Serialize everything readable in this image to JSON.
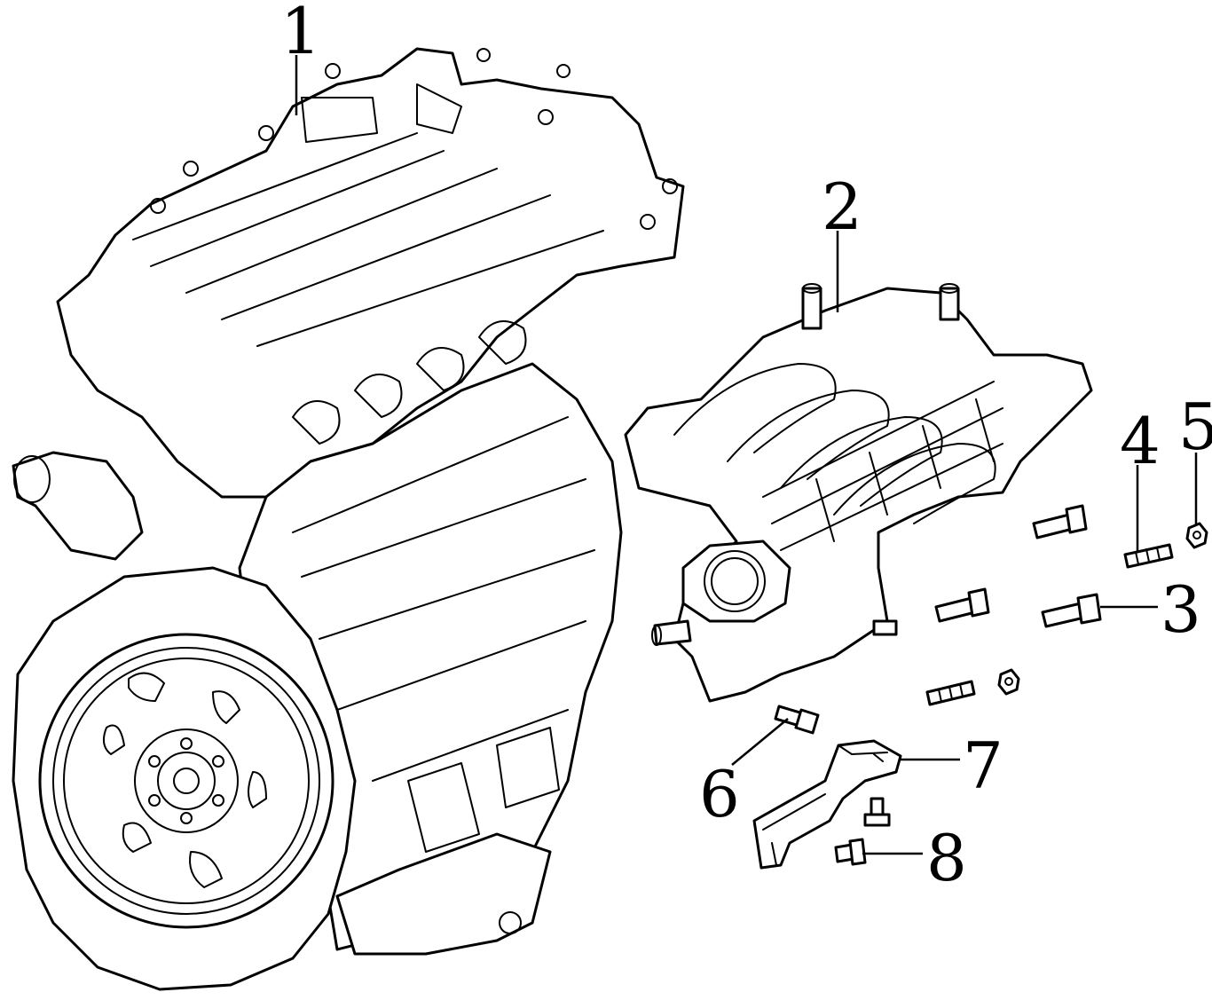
{
  "diagram": {
    "callouts": [
      {
        "id": "1",
        "label": "1"
      },
      {
        "id": "2",
        "label": "2"
      },
      {
        "id": "3",
        "label": "3"
      },
      {
        "id": "4",
        "label": "4"
      },
      {
        "id": "5",
        "label": "5"
      },
      {
        "id": "6",
        "label": "6"
      },
      {
        "id": "7",
        "label": "7"
      },
      {
        "id": "8",
        "label": "8"
      }
    ],
    "parts": [
      {
        "callout": "1",
        "icon": "engine-assembly-icon"
      },
      {
        "callout": "2",
        "icon": "intake-manifold-icon"
      },
      {
        "callout": "3",
        "icon": "flange-bolt-icon"
      },
      {
        "callout": "4",
        "icon": "stud-icon"
      },
      {
        "callout": "5",
        "icon": "nut-icon"
      },
      {
        "callout": "6",
        "icon": "bolt-icon"
      },
      {
        "callout": "7",
        "icon": "bracket-icon"
      },
      {
        "callout": "8",
        "icon": "screw-icon"
      }
    ]
  }
}
